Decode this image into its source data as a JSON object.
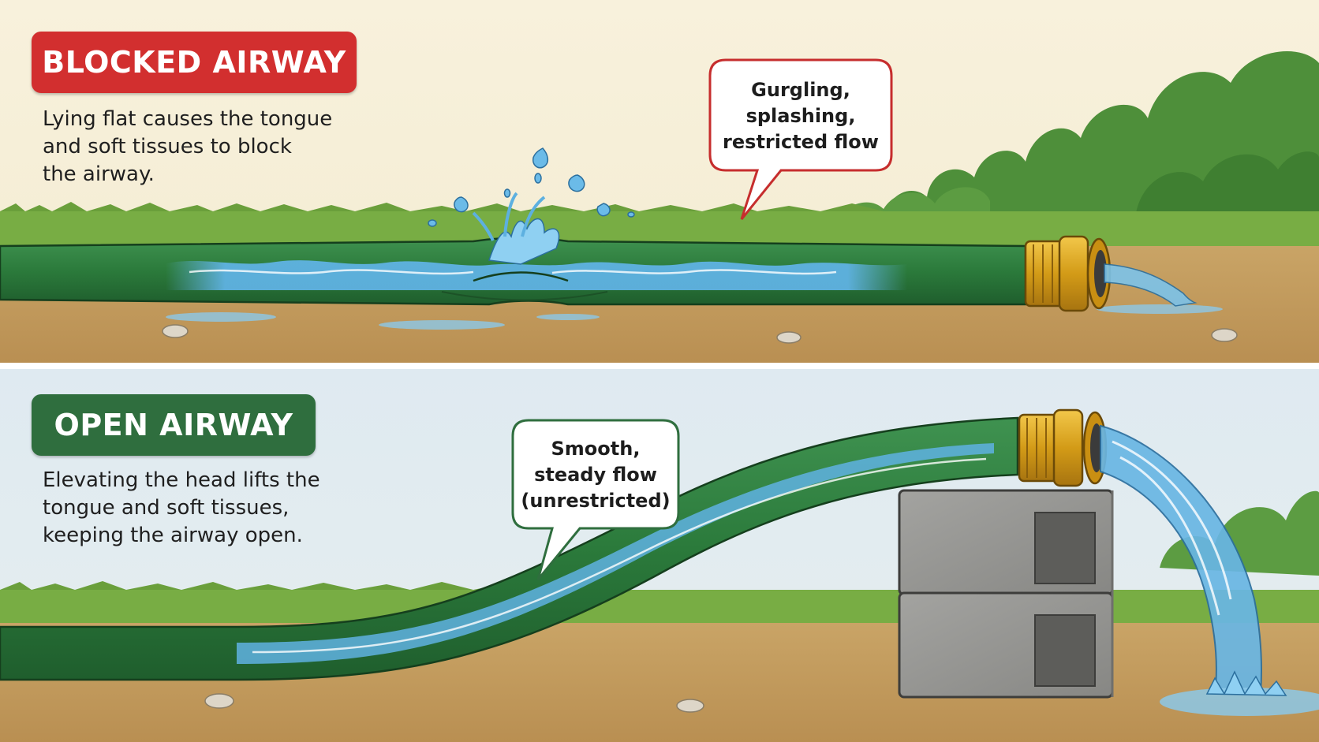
{
  "colors": {
    "blocked_accent": "#d22f2f",
    "open_accent": "#2f6e3e",
    "hose_green": "#2d7c3c",
    "water_blue": "#4fa3d9",
    "brass": "#d9a21b",
    "sky_top": "#f7f0dd",
    "sky_bottom": "#dde9ef",
    "ground": "#c7a264",
    "grass": "#6fa63f"
  },
  "panels": [
    {
      "id": "blocked",
      "title": "BLOCKED AIRWAY",
      "description": "Lying flat causes the tongue\nand soft tissues to block\nthe airway.",
      "bubble": "Gurgling,\nsplashing,\nrestricted flow"
    },
    {
      "id": "open",
      "title": "OPEN AIRWAY",
      "description": "Elevating the head lifts the\ntongue and soft tissues,\nkeeping the airway open.",
      "bubble": "Smooth,\nsteady flow\n(unrestricted)"
    }
  ]
}
